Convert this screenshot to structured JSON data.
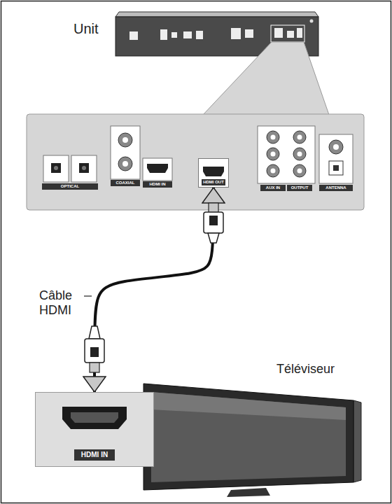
{
  "diagram": {
    "nodes": [
      {
        "text": [
          "Unit"
        ]
      },
      {
        "text": [
          "HDMI OUT"
        ]
      },
      {
        "text": [
          "Téléviseur"
        ]
      },
      {
        "text": [
          "HDMI IN"
        ],
        "in": 2
      }
    ],
    "edges": [
      {
        "from": 1,
        "to": 3,
        "label": "Câble HDMI",
        "arrow": "both"
      }
    ],
    "labels": [
      "OPTICAL",
      "COAXIAL",
      "HDMI IN",
      "AUX IN",
      "OUTPUT",
      "ANTENNA"
    ]
  }
}
